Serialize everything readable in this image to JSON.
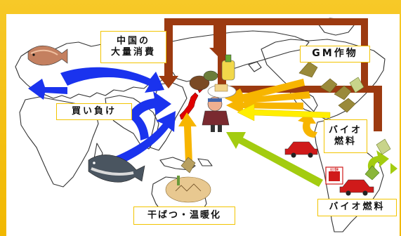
{
  "labels": {
    "china_line1": "中国の",
    "china_line2": "大量消費",
    "gm_crops": "GM作物",
    "outbid": "買い負け",
    "biofuel_line1": "バイオ",
    "biofuel_line2": "燃料",
    "biofuel_sa": "バイオ燃料",
    "drought": "干ばつ・温暖化"
  },
  "sign": {
    "text": "砂糖"
  },
  "colors": {
    "frame": "#f4c20d",
    "blue_arrow": "#1a33ee",
    "brown_arrow": "#9c3a10",
    "orange_arrow": "#f7b500",
    "yellow_arrow": "#ffee00",
    "green_arrow": "#a3cc10",
    "japan": "#e00000"
  }
}
